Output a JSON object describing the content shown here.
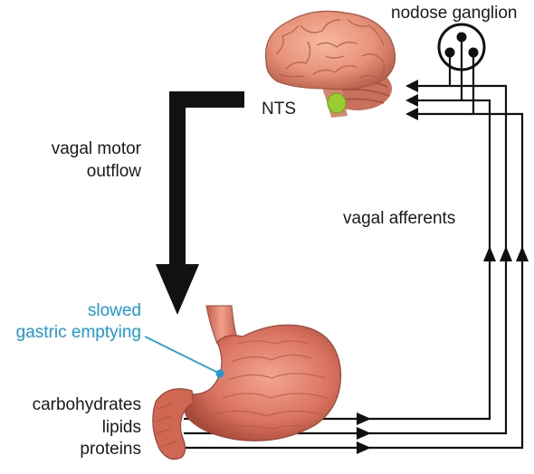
{
  "labels": {
    "nodose": "nodose ganglion",
    "nts": "NTS",
    "motor_line1": "vagal motor",
    "motor_line2": "outflow",
    "afferents": "vagal afferents",
    "slowed_line1": "slowed",
    "slowed_line2": "gastric emptying",
    "nutrients": [
      "carbohydrates",
      "lipids",
      "proteins"
    ]
  },
  "colors": {
    "text": "#1a1a1a",
    "highlight": "#1a9ad6",
    "pathway": "#111111",
    "brain": "#e8927a",
    "brainstem": "#c9705c",
    "nts_nucleus": "#9acd32",
    "stomach": "#d9735f"
  }
}
